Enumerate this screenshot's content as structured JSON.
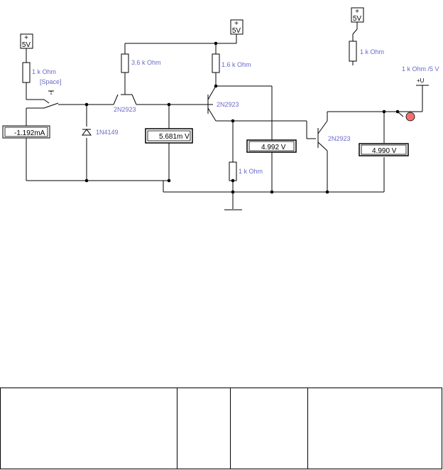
{
  "sources": {
    "vcc_switch": "5V",
    "vcc_main": "5V",
    "vcc_aux": "5V",
    "plus_sign": "+"
  },
  "resistors": {
    "r_switch": "1 k Ohm",
    "r_base": "3.6 k Ohm",
    "r_collector": "1.6 k Ohm",
    "r_emitter": "1 k Ohm",
    "r_aux": "1 k Ohm"
  },
  "switch": {
    "key": "[Space]"
  },
  "diode": {
    "label": "1N4149"
  },
  "transistors": {
    "q1": "2N2923",
    "q2": "2N2923",
    "q3": "2N2923"
  },
  "meters": {
    "ammeter": "-1.192mA",
    "volt1": "5.681m V",
    "volt2": "4.992   V",
    "volt3": "4.990   V"
  },
  "lamp": {
    "label": "1 k Ohm /5 V",
    "marker": "+U"
  },
  "table": {
    "columns": 4
  }
}
